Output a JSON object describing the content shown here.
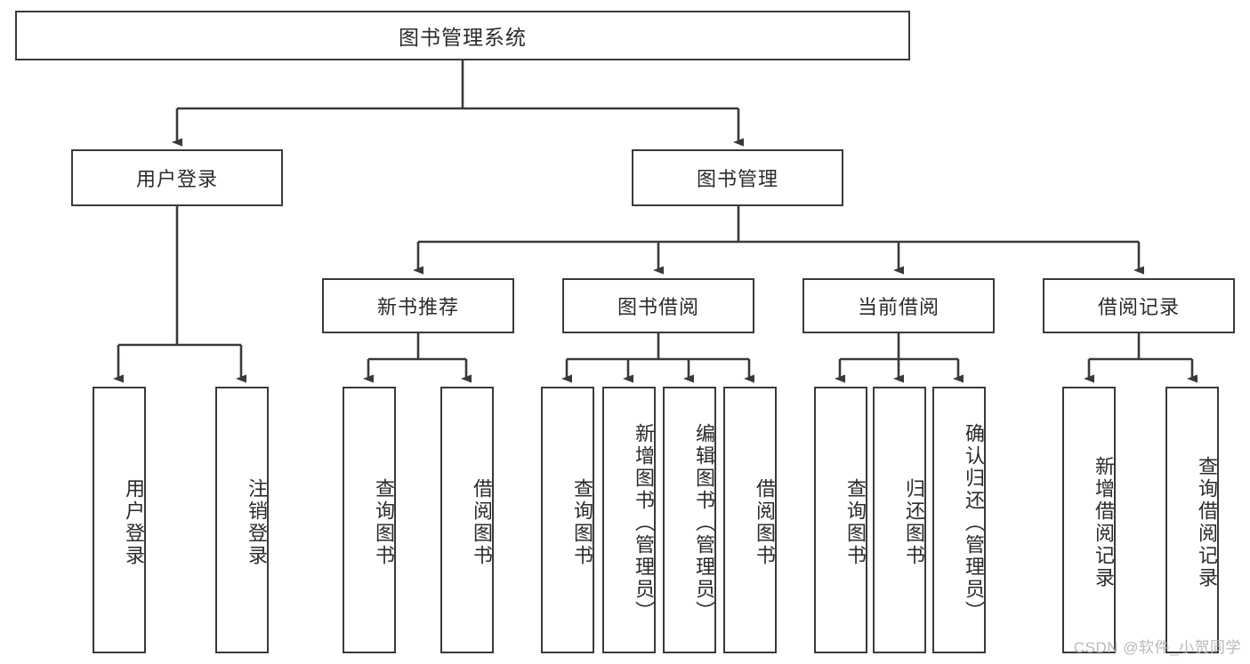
{
  "diagram": {
    "type": "tree-hierarchy",
    "title": "图书管理系统",
    "watermark": "CSDN @软件_小贺同学",
    "colors": {
      "stroke": "#3a3a3a",
      "fill": "#ffffff",
      "text": "#2b2b2b",
      "watermark": "#b9b9b9"
    },
    "nodes": {
      "root": {
        "label": "图书管理系统",
        "level": 1
      },
      "level2": [
        {
          "id": "user-login",
          "label": "用户登录"
        },
        {
          "id": "book-manage",
          "label": "图书管理"
        }
      ],
      "level3": [
        {
          "id": "new-book-recommend",
          "label": "新书推荐"
        },
        {
          "id": "book-borrow",
          "label": "图书借阅"
        },
        {
          "id": "current-borrow",
          "label": "当前借阅"
        },
        {
          "id": "borrow-record",
          "label": "借阅记录"
        }
      ],
      "leaves": {
        "user-login": [
          {
            "id": "leaf-user-login",
            "label": "用户登录"
          },
          {
            "id": "leaf-logout-login",
            "label": "注销登录"
          }
        ],
        "new-book-recommend": [
          {
            "id": "leaf-query-book-1",
            "label": "查询图书"
          },
          {
            "id": "leaf-borrow-book-1",
            "label": "借阅图书"
          }
        ],
        "book-borrow": [
          {
            "id": "leaf-query-book-2",
            "label": "查询图书"
          },
          {
            "id": "leaf-add-book",
            "label": "新增图书（管理员）"
          },
          {
            "id": "leaf-edit-book",
            "label": "编辑图书（管理员）"
          },
          {
            "id": "leaf-borrow-book-2",
            "label": "借阅图书"
          }
        ],
        "current-borrow": [
          {
            "id": "leaf-query-book-3",
            "label": "查询图书"
          },
          {
            "id": "leaf-return-book",
            "label": "归还图书"
          },
          {
            "id": "leaf-confirm-return",
            "label": "确认归还（管理员）"
          }
        ],
        "borrow-record": [
          {
            "id": "leaf-add-record",
            "label": "新增借阅记录"
          },
          {
            "id": "leaf-query-record",
            "label": "查询借阅记录"
          }
        ]
      }
    }
  }
}
